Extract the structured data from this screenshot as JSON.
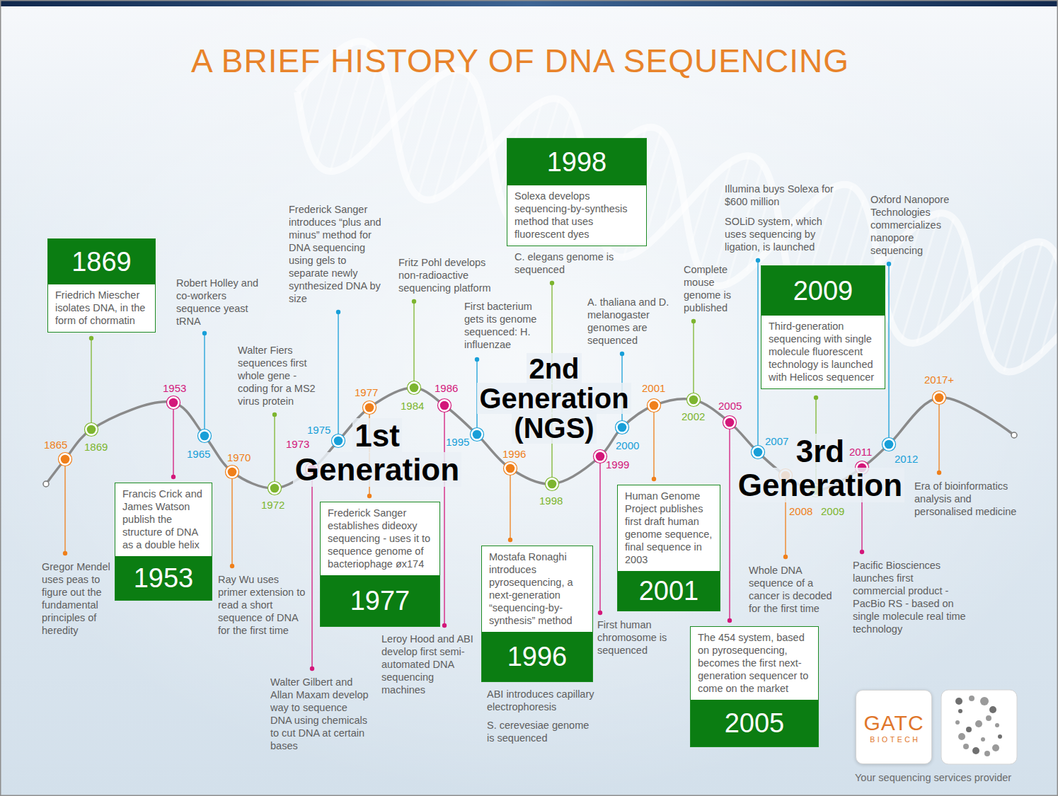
{
  "diagram": {
    "title": "A BRIEF HISTORY OF DNA SEQUENCING",
    "nodes": [
      {
        "text": [
          "1869",
          "Friedrich Miescher isolates DNA, in the form of chormatin"
        ]
      },
      {
        "text": [
          "Francis Crick and James Watson publish the structure of DNA as a double helix",
          "1953"
        ]
      },
      {
        "text": [
          "Frederick Sanger establishes dideoxy sequencing - uses it to sequence genome of bacteriophage øx174",
          "1977"
        ]
      },
      {
        "text": [
          "Mostafa Ronaghi introduces pyrosequencing, a next-generation “sequencing-by-synthesis” method",
          "1996"
        ]
      },
      {
        "text": [
          "1998",
          "Solexa develops sequencing-by-synthesis method that uses fluorescent dyes"
        ]
      },
      {
        "text": [
          "Human Genome Project publishes first draft human genome sequence, final sequence in 2003",
          "2001"
        ]
      },
      {
        "text": [
          "The 454 system, based on pyrosequencing, becomes the first next-generation sequencer to come on the market",
          "2005"
        ]
      },
      {
        "text": [
          "2009",
          "Third-generation sequencing with single molecule fluorescent technology is launched with Helicos sequencer"
        ]
      },
      {
        "text": [
          "GATC",
          "BIOTECH"
        ]
      }
    ],
    "labels": [
      "1865",
      "1869",
      "1953",
      "1965",
      "1970",
      "1972",
      "1973",
      "1975",
      "1977",
      "1984",
      "1986",
      "1995",
      "1996",
      "1998",
      "1999",
      "2000",
      "2001",
      "2002",
      "2005",
      "2007",
      "2008",
      "2009",
      "2011",
      "2012",
      "2017+",
      "Gregor Mendel uses peas to figure out the fundamental principles of heredity",
      "Robert Holley and co-workers sequence yeast tRNA",
      "Ray Wu uses primer extension to read a short sequence of DNA for the first time",
      "Walter Fiers sequences first whole gene - coding for a MS2 virus protein",
      "Walter Gilbert and Allan Maxam develop way to sequence DNA using chemicals to cut DNA at certain bases",
      "Frederick Sanger introduces “plus and minus” method for DNA sequencing using gels to separate newly synthesized DNA by size",
      "Fritz Pohl develops non-radioactive sequencing platform",
      "Leroy Hood and ABI develop first semi-automated DNA sequencing machines",
      "First bacterium gets its genome sequenced: H. influenzae",
      "ABI introduces capillary electrophoresis",
      "S. cerevesiae genome is sequenced",
      "C. elegans genome is sequenced",
      "First human chromosome is sequenced",
      "A. thaliana and D. melanogaster genomes are sequenced",
      "Complete mouse genome is published",
      "Whole DNA sequence of a cancer is decoded for the first time",
      "Illumina buys Solexa for $600 million",
      "SOLiD system, which uses sequencing by ligation, is launched",
      "Pacific Biosciences launches first commercial product - PacBio RS - based on single molecule real time technology",
      "Oxford Nanopore Technologies commercializes nanopore sequencing",
      "Era of bioinformatics analysis and personalised medicine",
      "1st Generation",
      "2nd Generation (NGS)",
      "3rd Generation",
      "Your sequencing services provider"
    ]
  }
}
